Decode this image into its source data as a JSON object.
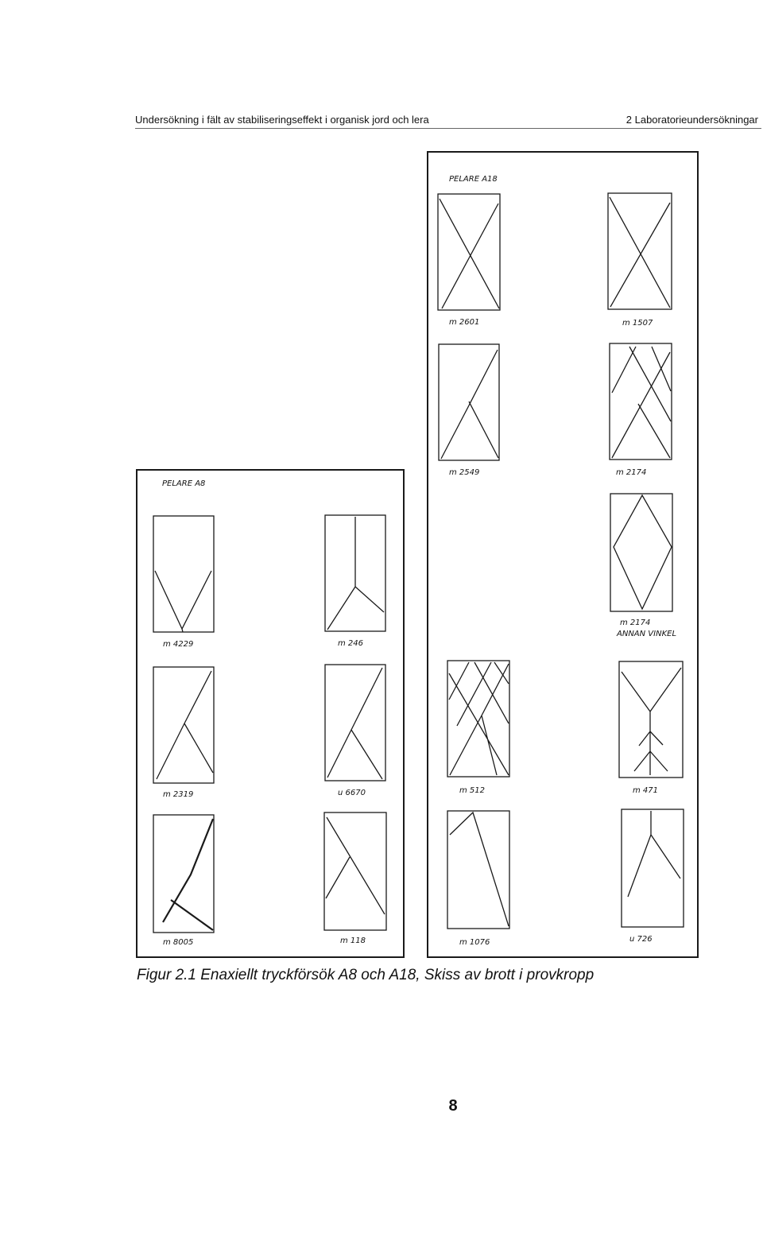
{
  "header": {
    "left": "Undersökning i fält av stabiliseringseffekt i organisk jord och lera",
    "right": "2 Laboratorieundersökningar"
  },
  "figure": {
    "panel_a18_title": "PELARE A18",
    "panel_a8_title": "PELARE A8",
    "a18_labels": [
      "m 2601",
      "m 1507",
      "m 2549",
      "m 2174",
      "m 2174",
      "ANNAN VINKEL",
      "m 512",
      "m 471",
      "m 1076",
      "u 726"
    ],
    "a8_labels": [
      "m 4229",
      "m 246",
      "m 2319",
      "u 6670",
      "m 8005",
      "m 118"
    ]
  },
  "caption": "Figur 2.1 Enaxiellt tryckförsök A8 och A18, Skiss av brott i provkropp",
  "page_number": "8"
}
